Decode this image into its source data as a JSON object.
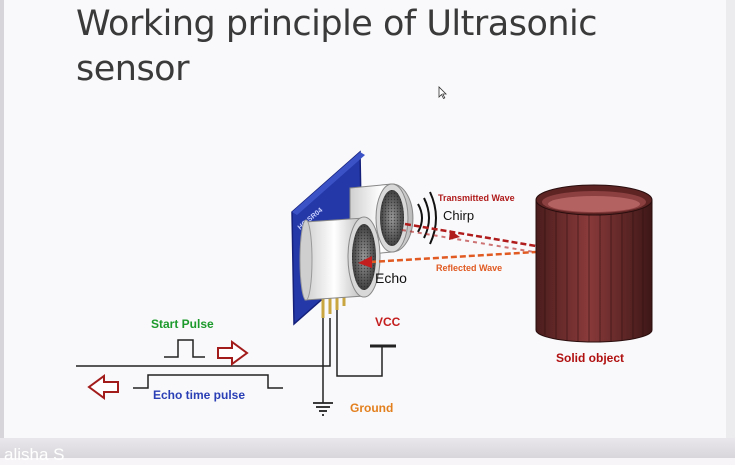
{
  "slide": {
    "title_line1": "Working principle of Ultrasonic",
    "title_line2": "sensor",
    "bottom_caption": "alisha S"
  },
  "diagram": {
    "transmitted_wave": "Transmitted Wave",
    "chirp": "Chirp",
    "echo": "Echo",
    "reflected_wave": "Reflected Wave",
    "solid_object": "Solid object",
    "start_pulse": "Start Pulse",
    "echo_time_pulse": "Echo time pulse",
    "vcc": "VCC",
    "ground": "Ground"
  },
  "colors": {
    "transmitted_label": "#b01c1c",
    "reflected_label": "#e05a22",
    "start_pulse_label": "#1c9a2c",
    "echo_pulse_label": "#2a3fb5",
    "vcc_label": "#c41e1e",
    "ground_label": "#e3801e",
    "solid_object_label": "#b01010",
    "sensor_board": "#2438a8",
    "cylinder": "#6b2a2a"
  }
}
